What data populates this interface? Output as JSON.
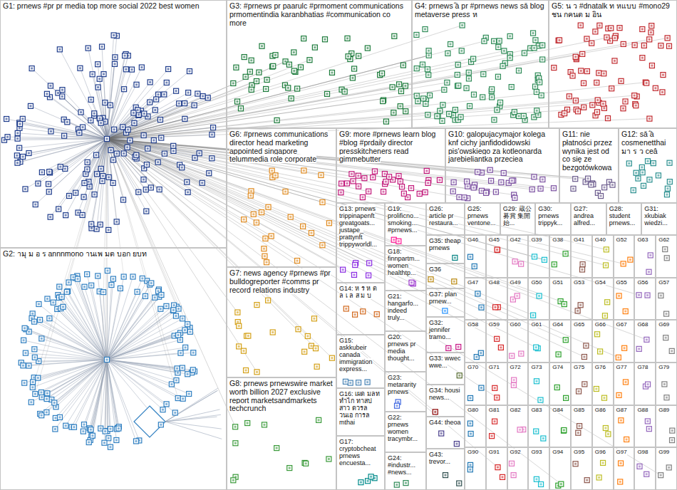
{
  "diagram": {
    "nodes": [
      {
        "text": [
          "G1: prnews #pr pr media top more social 2022 best women"
        ]
      },
      {
        "text": [
          "G3: #prnews pr paarulc #prmoment communications prmomentindia karanbhatias #communication co more"
        ]
      },
      {
        "text": [
          "G4: prnews ̂à pr #prnews news sǎ blog metaverse press ห"
        ]
      },
      {
        "text": [
          "G5: น ว #dnatalk ท หแบบ #mono29 ชน กคนต ม อิน"
        ]
      },
      {
        "text": [
          "G6: #prnews communications director head marketing appointed singapore telummedia role corporate"
        ]
      },
      {
        "text": [
          "G9: more #prnews learn blog #blog #prdaily director presskitcheners read gimmebutter"
        ]
      },
      {
        "text": [
          "G10: galopujacymajor kolega knf cichy janfidodidowski pis'owskiego za kotleonarda jarebieliantka przeciea"
        ]
      },
      {
        "text": [
          "G11: nie płatności przez wynika jest od co się ze bezgotówkowa"
        ]
      },
      {
        "text": [
          "G12: sǎ ̂à cosmenetthai มา ร ว ceâ"
        ]
      },
      {
        "text": [
          "G2: ามุ ม อ ร annnmono านเพ มต บอก ยบท"
        ]
      },
      {
        "text": [
          "G7: news agency #prnews #pr bulldogreporter #comms pr record relations industry"
        ]
      },
      {
        "text": [
          "G8: prnews prnewswire market worth billion 2027 exclusive report marketsandmarkets techcrunch"
        ]
      },
      {
        "text": [
          "G13: prnews trippinapenft greatgoats... justape_ prattynft trippyworldl..."
        ]
      },
      {
        "text": [
          "G14: ห ร ห ต ล เ ล ส ม บ"
        ]
      },
      {
        "text": [
          "G15: askkubeir canada immigration express..."
        ]
      },
      {
        "text": [
          "G16: เผด มลท ทำไก ทาสป สาว ดวรล วนเอ การล mthai"
        ]
      },
      {
        "text": [
          "G17: cryptobcheat prnews encuesta..."
        ]
      },
      {
        "text": [
          "G19: prolificno... smoking... #prnews..."
        ]
      },
      {
        "text": [
          "G18: finnpartm... women healthtp..."
        ]
      },
      {
        "text": [
          "G21: hangarfo... indeed truly..."
        ]
      },
      {
        "text": [
          "G20: prnews pr media thought..."
        ]
      },
      {
        "text": [
          "G23: metararity prnews"
        ]
      },
      {
        "text": [
          "G22: prnews women tracymbr..."
        ]
      },
      {
        "text": [
          "G24: #industr... #news..."
        ]
      },
      {
        "text": [
          "G26: article pr restaura..."
        ]
      },
      {
        "text": [
          "G35: theap prnews"
        ]
      },
      {
        "text": [
          "G36"
        ]
      },
      {
        "text": [
          "G37: plan prnew..."
        ]
      },
      {
        "text": [
          "G32: jennifer tramo..."
        ]
      },
      {
        "text": [
          "G33: wwec wwe..."
        ]
      },
      {
        "text": [
          "G34: housi news..."
        ]
      },
      {
        "text": [
          "G44: theoa"
        ]
      },
      {
        "text": [
          "G43: trevor..."
        ]
      },
      {
        "text": [
          "G25: prnews ventone..."
        ]
      },
      {
        "text": [
          "G29: 蔵公募賞 集開始..."
        ]
      },
      {
        "text": [
          "G30: prnews trippyk..."
        ]
      },
      {
        "text": [
          "G27: andrea alfred..."
        ]
      },
      {
        "text": [
          "G28: student prnews..."
        ]
      },
      {
        "text": [
          "G31: xkubiak wiedzi..."
        ]
      },
      {
        "text": [
          "G46"
        ]
      },
      {
        "text": [
          "G45"
        ]
      },
      {
        "text": [
          "G42"
        ]
      },
      {
        "text": [
          "G39"
        ]
      },
      {
        "text": [
          "G38"
        ]
      },
      {
        "text": [
          "G41"
        ]
      },
      {
        "text": [
          "G40"
        ]
      },
      {
        "text": [
          "G52"
        ]
      },
      {
        "text": [
          "G63"
        ]
      },
      {
        "text": [
          "G62"
        ]
      },
      {
        "text": [
          "G47"
        ]
      },
      {
        "text": [
          "G48"
        ]
      },
      {
        "text": [
          "G49"
        ]
      },
      {
        "text": [
          "G50"
        ]
      },
      {
        "text": [
          "G51"
        ]
      },
      {
        "text": [
          "G53"
        ]
      },
      {
        "text": [
          "G54"
        ]
      },
      {
        "text": [
          "G55"
        ]
      },
      {
        "text": [
          "G56"
        ]
      },
      {
        "text": [
          "G57"
        ]
      },
      {
        "text": [
          "G58"
        ]
      },
      {
        "text": [
          "G59"
        ]
      },
      {
        "text": [
          "G60"
        ]
      },
      {
        "text": [
          "G61"
        ]
      },
      {
        "text": [
          "G64"
        ]
      },
      {
        "text": [
          "G65"
        ]
      },
      {
        "text": [
          "G66"
        ]
      },
      {
        "text": [
          "G67"
        ]
      },
      {
        "text": [
          "G68"
        ]
      },
      {
        "text": [
          "G69"
        ]
      },
      {
        "text": [
          "G70"
        ]
      },
      {
        "text": [
          "G71"
        ]
      },
      {
        "text": [
          "G72"
        ]
      },
      {
        "text": [
          "G73"
        ]
      },
      {
        "text": [
          "G74"
        ]
      },
      {
        "text": [
          "G75"
        ]
      },
      {
        "text": [
          "G76"
        ]
      },
      {
        "text": [
          "G77"
        ]
      },
      {
        "text": [
          "G78"
        ]
      },
      {
        "text": [
          "G79"
        ]
      },
      {
        "text": [
          "G80"
        ]
      },
      {
        "text": [
          "G81"
        ]
      },
      {
        "text": [
          "G82"
        ]
      },
      {
        "text": [
          "G83"
        ]
      },
      {
        "text": [
          "G84"
        ]
      },
      {
        "text": [
          "G85"
        ]
      },
      {
        "text": [
          "G86"
        ]
      },
      {
        "text": [
          "G87"
        ]
      },
      {
        "text": [
          "G88"
        ]
      },
      {
        "text": [
          "G89"
        ]
      },
      {
        "text": [
          "G90"
        ]
      },
      {
        "text": [
          "G91"
        ]
      },
      {
        "text": [
          "G92"
        ]
      },
      {
        "text": [
          "G93"
        ]
      },
      {
        "text": [
          "G94"
        ]
      },
      {
        "text": [
          "G95"
        ]
      },
      {
        "text": [
          "G96"
        ]
      },
      {
        "text": [
          "G97"
        ]
      },
      {
        "text": [
          "G98"
        ]
      },
      {
        "text": [
          "G99"
        ]
      }
    ]
  }
}
